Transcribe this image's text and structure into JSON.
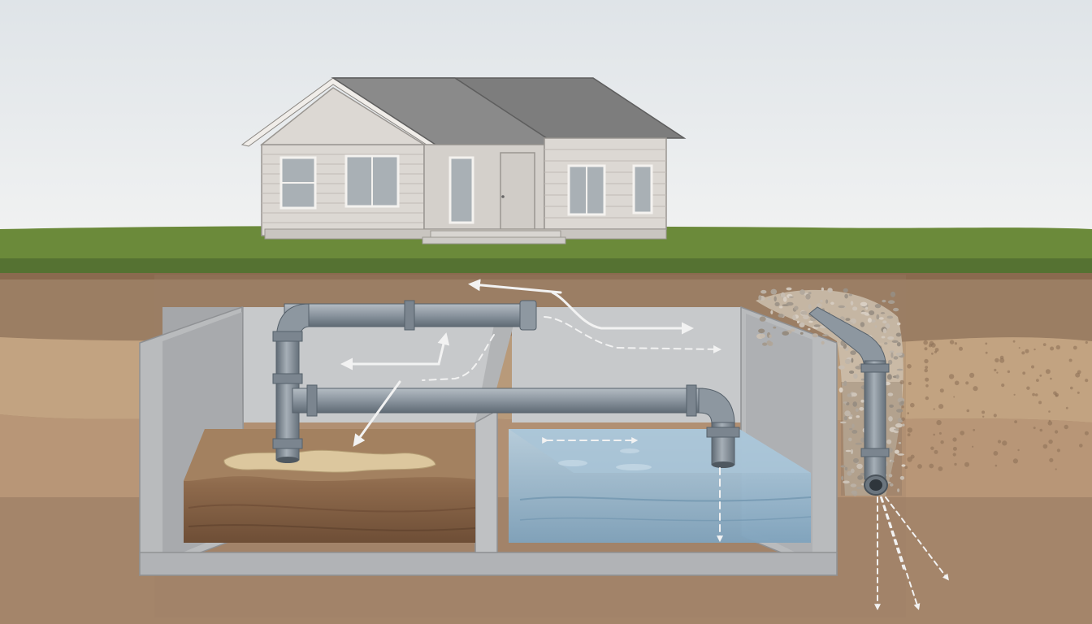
{
  "diagram": {
    "subject": "septic-system-cross-section",
    "elements": [
      "house",
      "lawn",
      "soil-layers",
      "concrete-septic-tank",
      "primary-chamber-with-sludge",
      "secondary-chamber-with-liquid-effluent",
      "inlet-pipe",
      "transfer-pipe",
      "outlet-pipe",
      "gravel-drain-field",
      "flow-arrows",
      "percolation-arrows"
    ],
    "labels": []
  },
  "colors": {
    "sky_top": "#dfe4e8",
    "sky_bottom": "#eef0f1",
    "grass": "#6b8a3a",
    "grass_dark": "#557232",
    "soil_top": "#9b7e63",
    "soil_mid": "#c2a381",
    "soil_deep": "#a98a6c",
    "concrete": "#b9bbbd",
    "concrete_dark": "#9c9ea1",
    "pipe": "#8a949e",
    "pipe_dark": "#5f6a74",
    "sludge": "#8a6548",
    "scum": "#d9c49a",
    "water": "#8fb1c9",
    "water_light": "#b7cfdf",
    "siding": "#dcd8d3",
    "roof": "#7d7d7d",
    "arrow": "#f2f2f2"
  }
}
